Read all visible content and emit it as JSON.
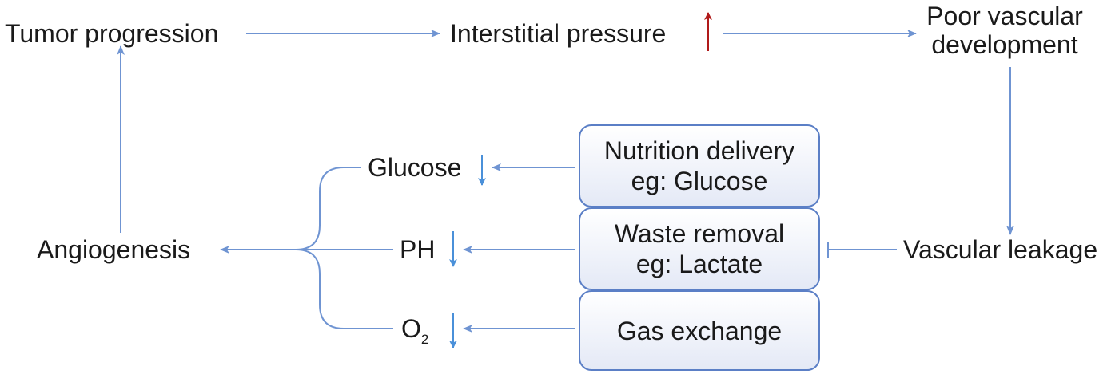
{
  "nodes": {
    "tumor_progression": "Tumor progression",
    "interstitial_pressure": "Interstitial pressure",
    "poor_vascular_line1": "Poor vascular",
    "poor_vascular_line2": "development",
    "vascular_leakage": "Vascular leakage",
    "angiogenesis": "Angiogenesis",
    "glucose": "Glucose",
    "ph": "PH",
    "o2_main": "O",
    "o2_sub": "2"
  },
  "boxes": {
    "nutrition_line1": "Nutrition delivery",
    "nutrition_line2": "eg: Glucose",
    "waste_line1": "Waste removal",
    "waste_line2": "eg: Lactate",
    "gas": "Gas exchange"
  },
  "colors": {
    "connector": "#6f94d2",
    "increase_arrow": "#b01a1a",
    "decrease_arrow": "#4a90d9",
    "box_border": "#5b7fc6"
  }
}
